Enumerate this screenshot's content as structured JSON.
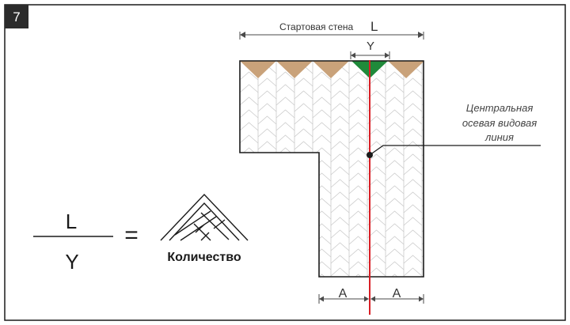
{
  "badge": {
    "number": "7"
  },
  "dimensions": {
    "start_wall_label": "Стартовая стена",
    "start_wall_symbol": "L",
    "y_symbol": "Y",
    "a_left": "A",
    "a_right": "A"
  },
  "annotation": {
    "line1": "Центральная",
    "line2": "осевая видовая",
    "line3": "линия"
  },
  "formula": {
    "numerator": "L",
    "denominator": "Y",
    "equals": "=",
    "result_label": "Количество"
  },
  "colors": {
    "border": "#1a1a1a",
    "badge_bg": "#2b2b2b",
    "tan_triangle": "#c9a27a",
    "green_triangle": "#1f8a3a",
    "axis_red": "#d81f26",
    "parquet_line": "#c9c9c9",
    "dimension_line": "#4a4a4a"
  }
}
